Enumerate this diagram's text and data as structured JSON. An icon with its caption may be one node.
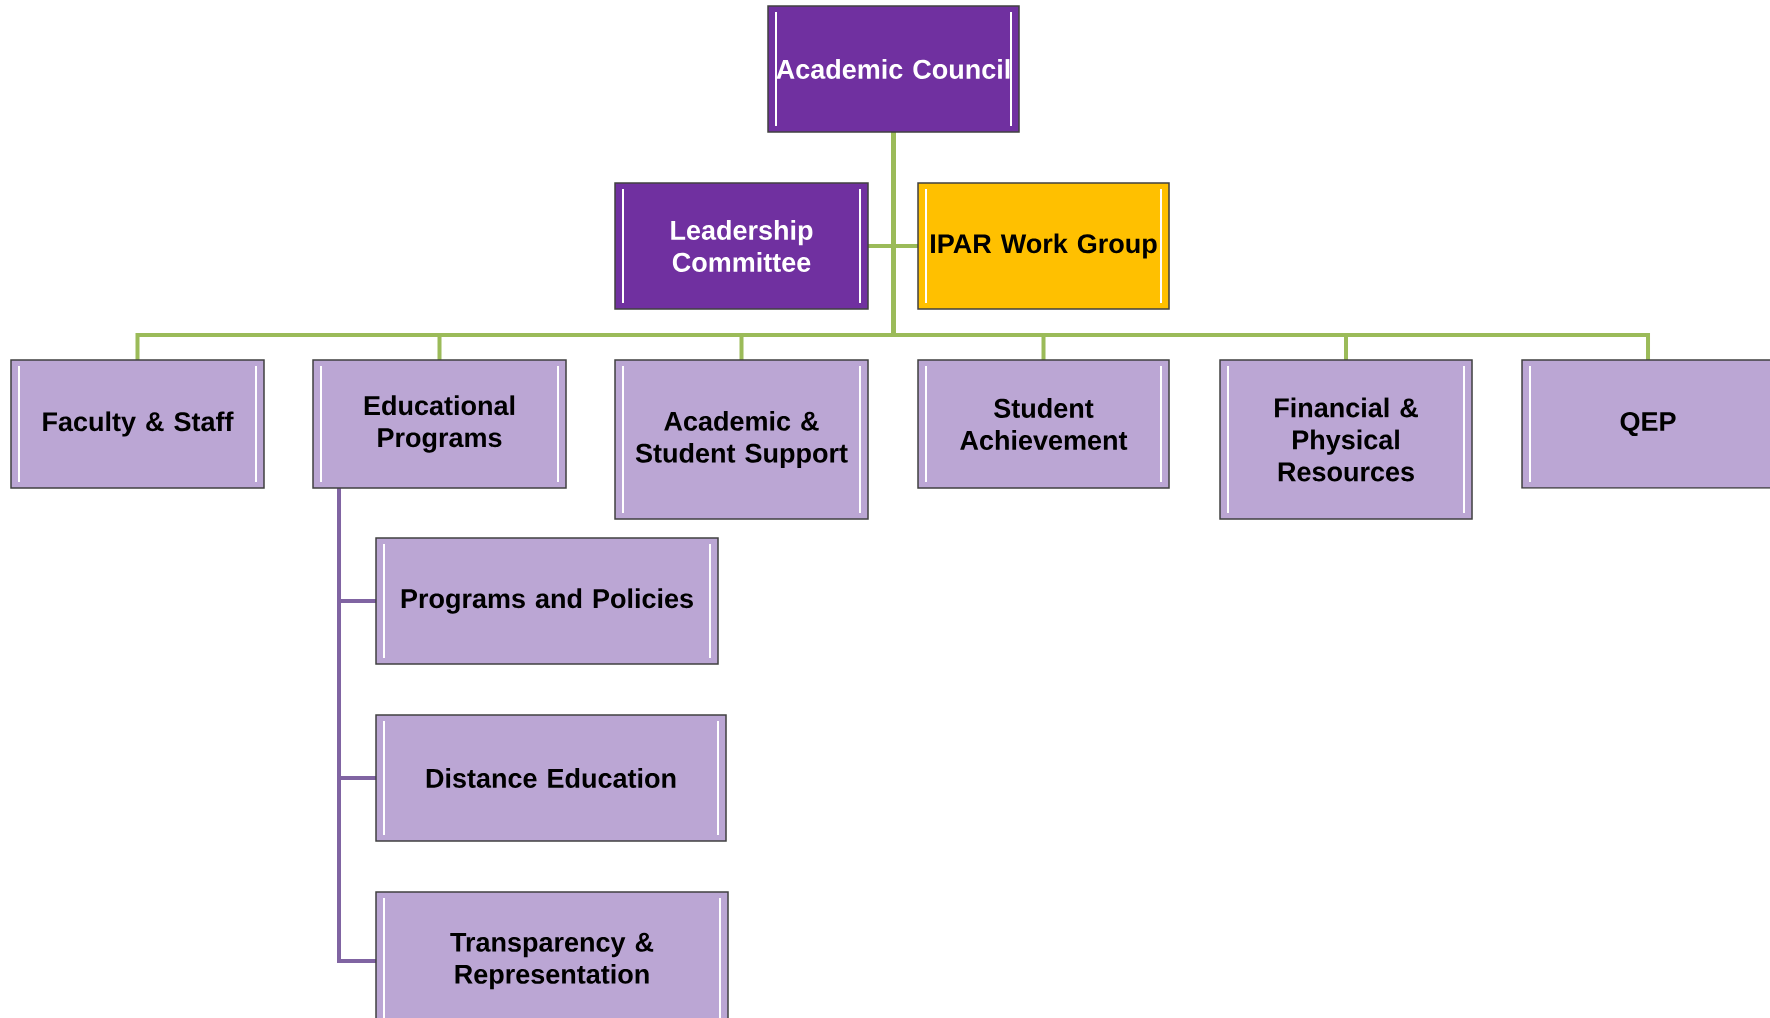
{
  "diagram": {
    "nodes": [
      {
        "text": [
          "Academic Council"
        ]
      },
      {
        "text": [
          "Leadership Committee"
        ]
      },
      {
        "text": [
          "IPAR Work Group"
        ]
      },
      {
        "text": [
          "Faculty & Staff"
        ]
      },
      {
        "text": [
          "Educational Programs"
        ]
      },
      {
        "text": [
          "Academic & Student Support"
        ]
      },
      {
        "text": [
          "Student Achievement"
        ]
      },
      {
        "text": [
          "Financial & Physical Resources"
        ]
      },
      {
        "text": [
          "QEP"
        ]
      },
      {
        "text": [
          "Programs and Policies"
        ]
      },
      {
        "text": [
          "Distance Education"
        ]
      },
      {
        "text": [
          "Transparency & Representation"
        ]
      }
    ],
    "edges": [
      {
        "from": 0,
        "to": 1,
        "arrow": "none"
      },
      {
        "from": 0,
        "to": 2,
        "arrow": "none"
      },
      {
        "from": 0,
        "to": 3,
        "arrow": "none"
      },
      {
        "from": 0,
        "to": 4,
        "arrow": "none"
      },
      {
        "from": 0,
        "to": 5,
        "arrow": "none"
      },
      {
        "from": 0,
        "to": 6,
        "arrow": "none"
      },
      {
        "from": 0,
        "to": 7,
        "arrow": "none"
      },
      {
        "from": 0,
        "to": 8,
        "arrow": "none"
      },
      {
        "from": 4,
        "to": 9,
        "arrow": "none",
        "color": "#8064a2"
      },
      {
        "from": 4,
        "to": 10,
        "arrow": "none",
        "color": "#8064a2"
      },
      {
        "from": 4,
        "to": 11,
        "arrow": "none",
        "color": "#8064a2"
      }
    ]
  }
}
